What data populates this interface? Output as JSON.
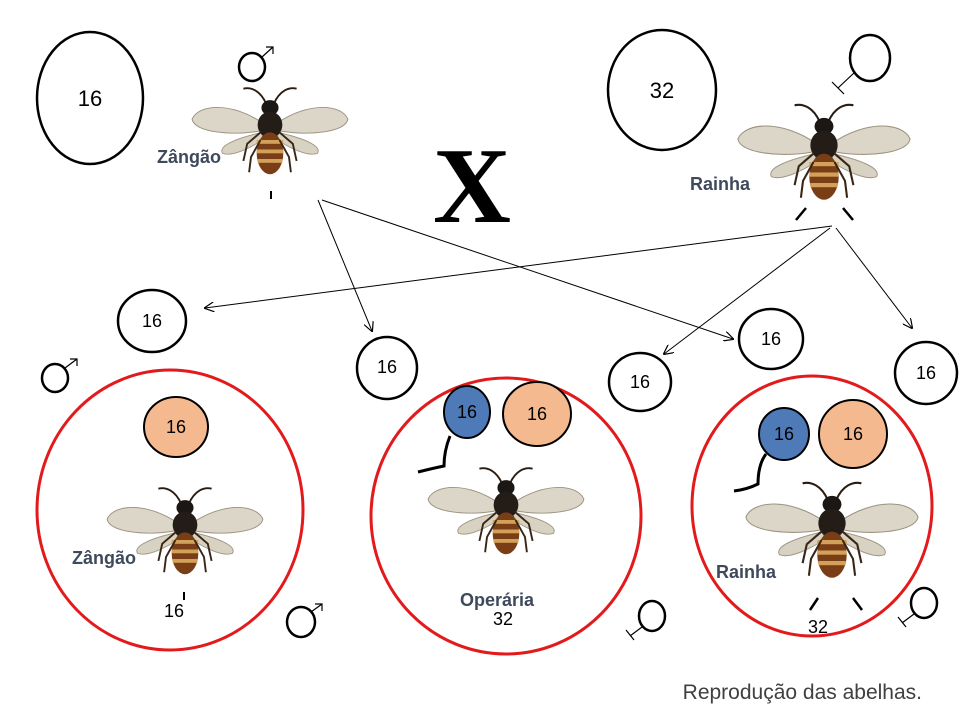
{
  "parents": {
    "male": {
      "chromosomes": "16",
      "label": "Zângão",
      "symbol": "male-symbol"
    },
    "female": {
      "chromosomes": "32",
      "label": "Rainha",
      "symbol": "female-symbol"
    },
    "cross": "X"
  },
  "gametes": [
    {
      "value": "16"
    },
    {
      "value": "16"
    },
    {
      "value": "16"
    },
    {
      "value": "16"
    },
    {
      "value": "16"
    }
  ],
  "offspring": [
    {
      "label": "Zângão",
      "chromosome_sets": [
        "16"
      ],
      "count": "16",
      "symbol": "male-symbol"
    },
    {
      "label": "Operária",
      "chromosome_sets": [
        "16",
        "16"
      ],
      "count": "32",
      "symbol": "female-symbol"
    },
    {
      "label": "Rainha",
      "chromosome_sets": [
        "16",
        "16"
      ],
      "count": "32",
      "symbol": "female-symbol"
    }
  ],
  "caption": "Reprodução das abelhas.",
  "colors": {
    "offspring_ring": "#e31a1c",
    "paternal_set": "#4f7ab8",
    "maternal_set": "#f5b98f",
    "line": "#000000"
  }
}
